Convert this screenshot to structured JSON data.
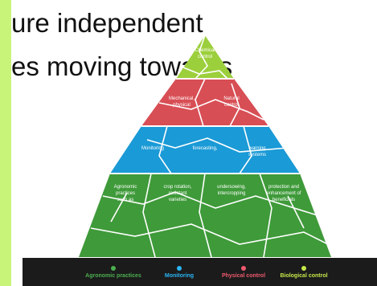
{
  "slide": {
    "line1": "ure independent",
    "line2": "es moving towards"
  },
  "pyramid": {
    "apex": [
      "Chemical",
      "control"
    ],
    "tier2": [
      [
        "Mechanical,",
        "physical"
      ],
      [
        "Natural",
        "control"
      ]
    ],
    "tier3": [
      [
        "Monitoring"
      ],
      [
        "forecasting,"
      ],
      [
        "warning",
        "systems"
      ]
    ],
    "tier4": [
      [
        "Agronomic",
        "practices",
        "such as"
      ],
      [
        "crop rotation,",
        "resistant",
        "varieties"
      ],
      [
        "undersowing,",
        "intercropping"
      ],
      [
        "protection and",
        "enhancement of",
        "beneficials"
      ]
    ]
  },
  "legend": [
    {
      "label": "Agronomic practices",
      "color": "#4caf50"
    },
    {
      "label": "Monitoring",
      "color": "#29b6f6"
    },
    {
      "label": "Physical control",
      "color": "#ef5a6f"
    },
    {
      "label": "Biological control",
      "color": "#c6e84a"
    }
  ],
  "colors": {
    "stripe": "#c8f47a",
    "tier_green": "#3f9a3a",
    "tier_blue": "#1a9ad6",
    "tier_red": "#d84e55",
    "tier_lime": "#9ccf3c"
  }
}
